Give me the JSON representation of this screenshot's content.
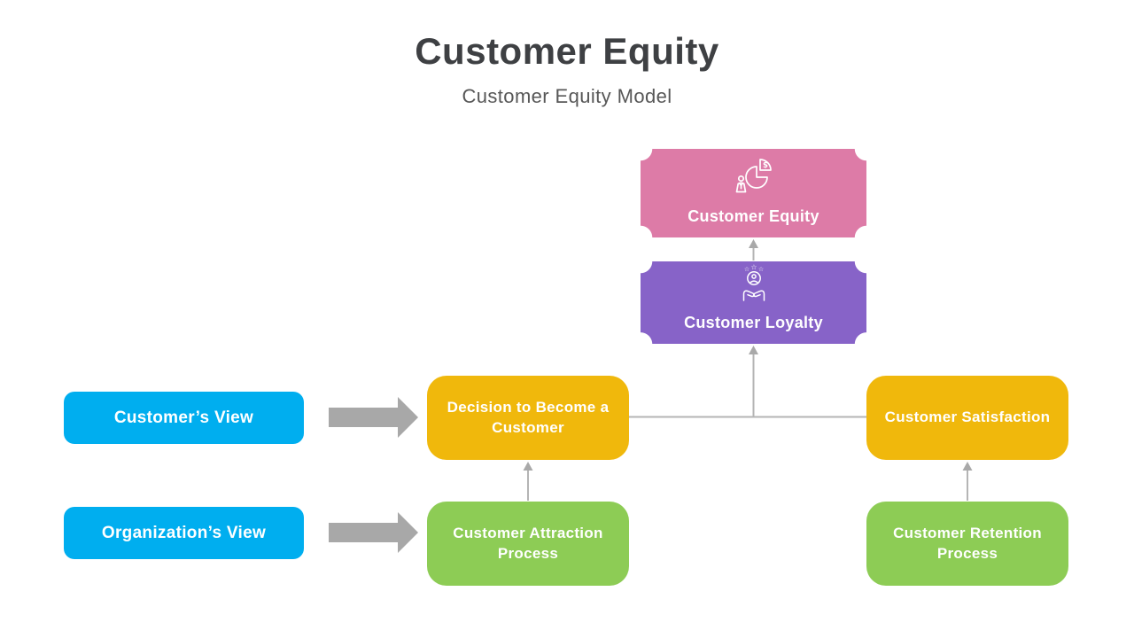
{
  "header": {
    "title": "Customer Equity",
    "subtitle": "Customer Equity Model"
  },
  "nodes": {
    "customer_equity": {
      "label": "Customer Equity",
      "icon": "pie-chart-dollar-person-icon"
    },
    "customer_loyalty": {
      "label": "Customer Loyalty",
      "icon": "hands-holding-customer-icon"
    },
    "customers_view": {
      "label": "Customer’s View"
    },
    "organizations_view": {
      "label": "Organization’s View"
    },
    "decision": {
      "label": "Decision to Become a Customer"
    },
    "satisfaction": {
      "label": "Customer Satisfaction"
    },
    "attraction": {
      "label": "Customer Attraction Process"
    },
    "retention": {
      "label": "Customer Retention Process"
    }
  },
  "connections": [
    {
      "from": "customers_view",
      "to": "decision",
      "style": "thick-gray-arrow"
    },
    {
      "from": "organizations_view",
      "to": "attraction",
      "style": "thick-gray-arrow"
    },
    {
      "from": "attraction",
      "to": "decision",
      "style": "thin-arrow-up"
    },
    {
      "from": "retention",
      "to": "satisfaction",
      "style": "thin-arrow-up"
    },
    {
      "from": "decision",
      "to": "satisfaction",
      "style": "thin-line"
    },
    {
      "from": "decision+satisfaction",
      "to": "customer_loyalty",
      "style": "thin-arrow-up"
    },
    {
      "from": "customer_loyalty",
      "to": "customer_equity",
      "style": "thin-arrow-up"
    }
  ],
  "colors": {
    "pink": "#dd7ba7",
    "purple": "#8763c8",
    "blue": "#00aeef",
    "yellow": "#f0b80c",
    "green": "#8dcc55",
    "thick_arrow_gray": "#a8a8a8",
    "line_gray": "#b5b5b5",
    "title_text": "#3e4043",
    "subtitle_text": "#575757",
    "node_text": "#ffffff"
  }
}
